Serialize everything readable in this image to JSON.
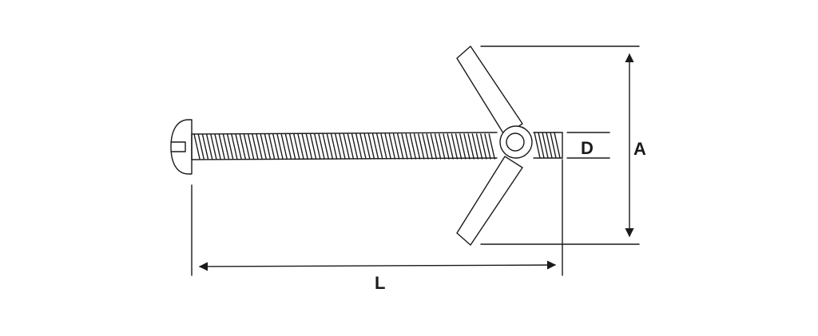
{
  "diagram": {
    "labels": {
      "length": "L",
      "diameter": "D",
      "wing_span": "A"
    },
    "colors": {
      "line": "#1a1a1a",
      "background": "#ffffff"
    },
    "parts": {
      "bolt_head": "slotted-round-head",
      "threaded_shaft": "threaded-shaft",
      "toggle_wing": "spring-toggle-wing"
    }
  }
}
